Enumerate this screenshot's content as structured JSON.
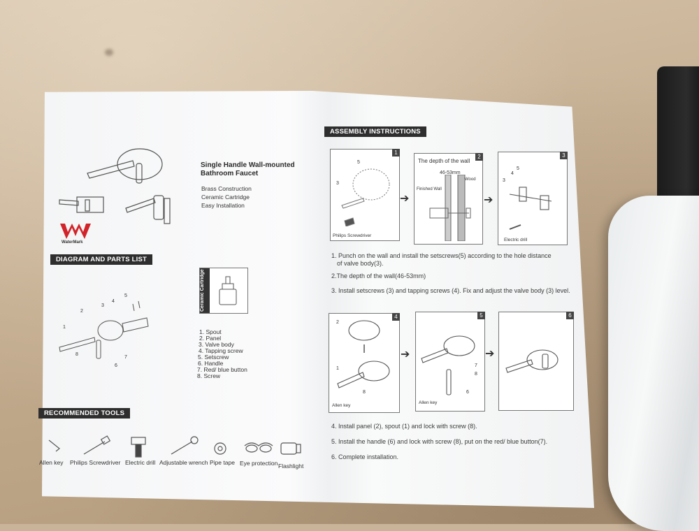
{
  "left": {
    "product_title_1": "Single Handle Wall-mounted",
    "product_title_2": "Bathroom Faucet",
    "features": [
      "Brass Construction",
      "Ceramic Cartridge",
      "Easy Installation"
    ],
    "logo_text": "WaterMark",
    "diagram_header": "DIAGRAM AND PARTS LIST",
    "cartridge_label": "Ceramic Cartridge",
    "parts": [
      "1. Spout",
      "2. Panel",
      "3. Valve body",
      "4. Tapping screw",
      "5. Setscrew",
      "6. Handle",
      "7. Red/ blue button",
      "8. Screw"
    ],
    "tools_header": "RECOMMENDED TOOLS",
    "tools": [
      "Allen key",
      "Philips Screwdriver",
      "Electric drill",
      "Adjustable wrench",
      "Pipe tape",
      "Eye protection",
      "Flashlight"
    ]
  },
  "right": {
    "assembly_header": "ASSEMBLY INSTRUCTIONS",
    "box_numbers": [
      "1",
      "2",
      "3",
      "4",
      "5",
      "6"
    ],
    "box2_title": "The depth of the wall",
    "box2_measure": "46-53mm",
    "box2_finished": "Finished Wall",
    "box2_wood": "Wood",
    "box1_tool": "Philips Screwdriver",
    "box3_tool": "Electric drill",
    "box4_tool": "Allen key",
    "box5_tool": "Allen key",
    "steps_a": [
      "1. Punch on the wall and install the setscrews(5) according to the hole distance",
      "of valve body(3).",
      "2.The depth of the wall(46-53mm)",
      "3. Install setscrews (3) and tapping screws (4). Fix and adjust the valve body (3) level."
    ],
    "steps_b": [
      "4. Install panel (2), spout (1) and lock with screw (8).",
      "5. Install the handle (6) and lock with screw (8), put on the red/ blue button(7).",
      "6. Complete installation."
    ]
  }
}
